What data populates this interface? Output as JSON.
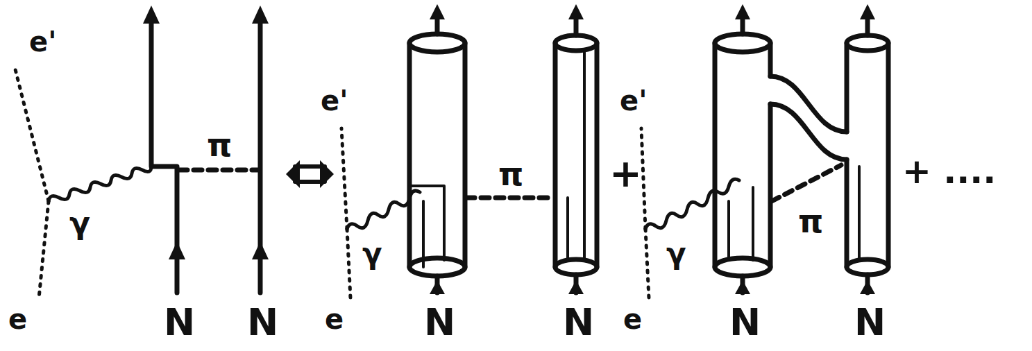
{
  "diagram": {
    "labels": [
      "e'",
      "γ",
      "π",
      "e",
      "N",
      "N",
      "e'",
      "γ",
      "π",
      "e",
      "N",
      "N",
      "+",
      "e'",
      "γ",
      "π",
      "e",
      "N",
      "N",
      "+ ...."
    ]
  }
}
